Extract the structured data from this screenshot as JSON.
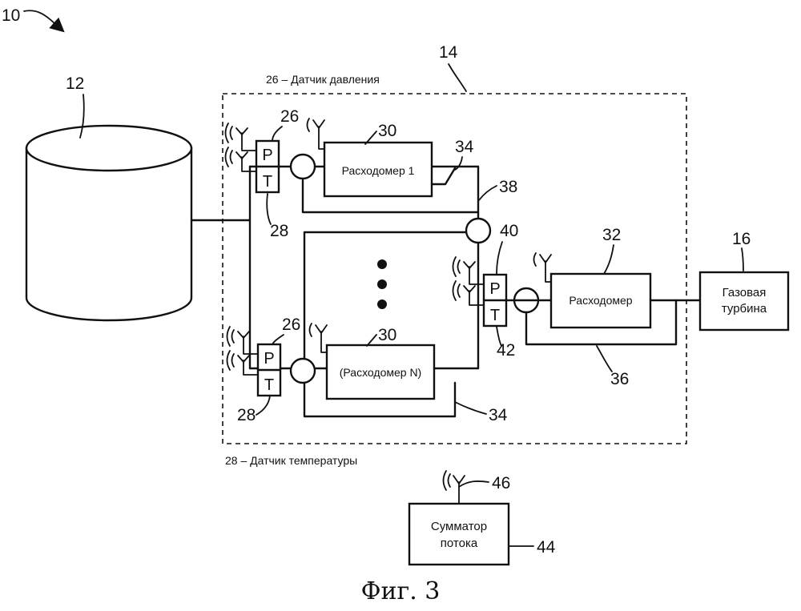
{
  "figure": {
    "caption": "Фиг. 3",
    "system_ref": "10",
    "tank_ref": "12",
    "skid_ref": "14",
    "turbine_ref": "16"
  },
  "legend": {
    "pressure": "26 – Датчик давления",
    "temperature": "28 – Датчик температуры"
  },
  "refs": {
    "pressure_sensor": "26",
    "temperature_sensor": "28",
    "flowmeter": "30",
    "main_flowmeter": "32",
    "bypass": "34",
    "main_bypass": "36",
    "manifold": "38",
    "outlet_pressure": "40",
    "outlet_temperature": "42",
    "flow_totalizer": "44",
    "antenna": "46"
  },
  "blocks": {
    "flowmeter_1": "Расходомер 1",
    "flowmeter_n": "(Расходомер N)",
    "flowmeter_main": "Расходомер",
    "turbine_line1": "Газовая",
    "turbine_line2": "турбина",
    "totalizer_line1": "Сумматор",
    "totalizer_line2": "потока"
  },
  "sensor_letters": {
    "p": "P",
    "t": "T"
  }
}
